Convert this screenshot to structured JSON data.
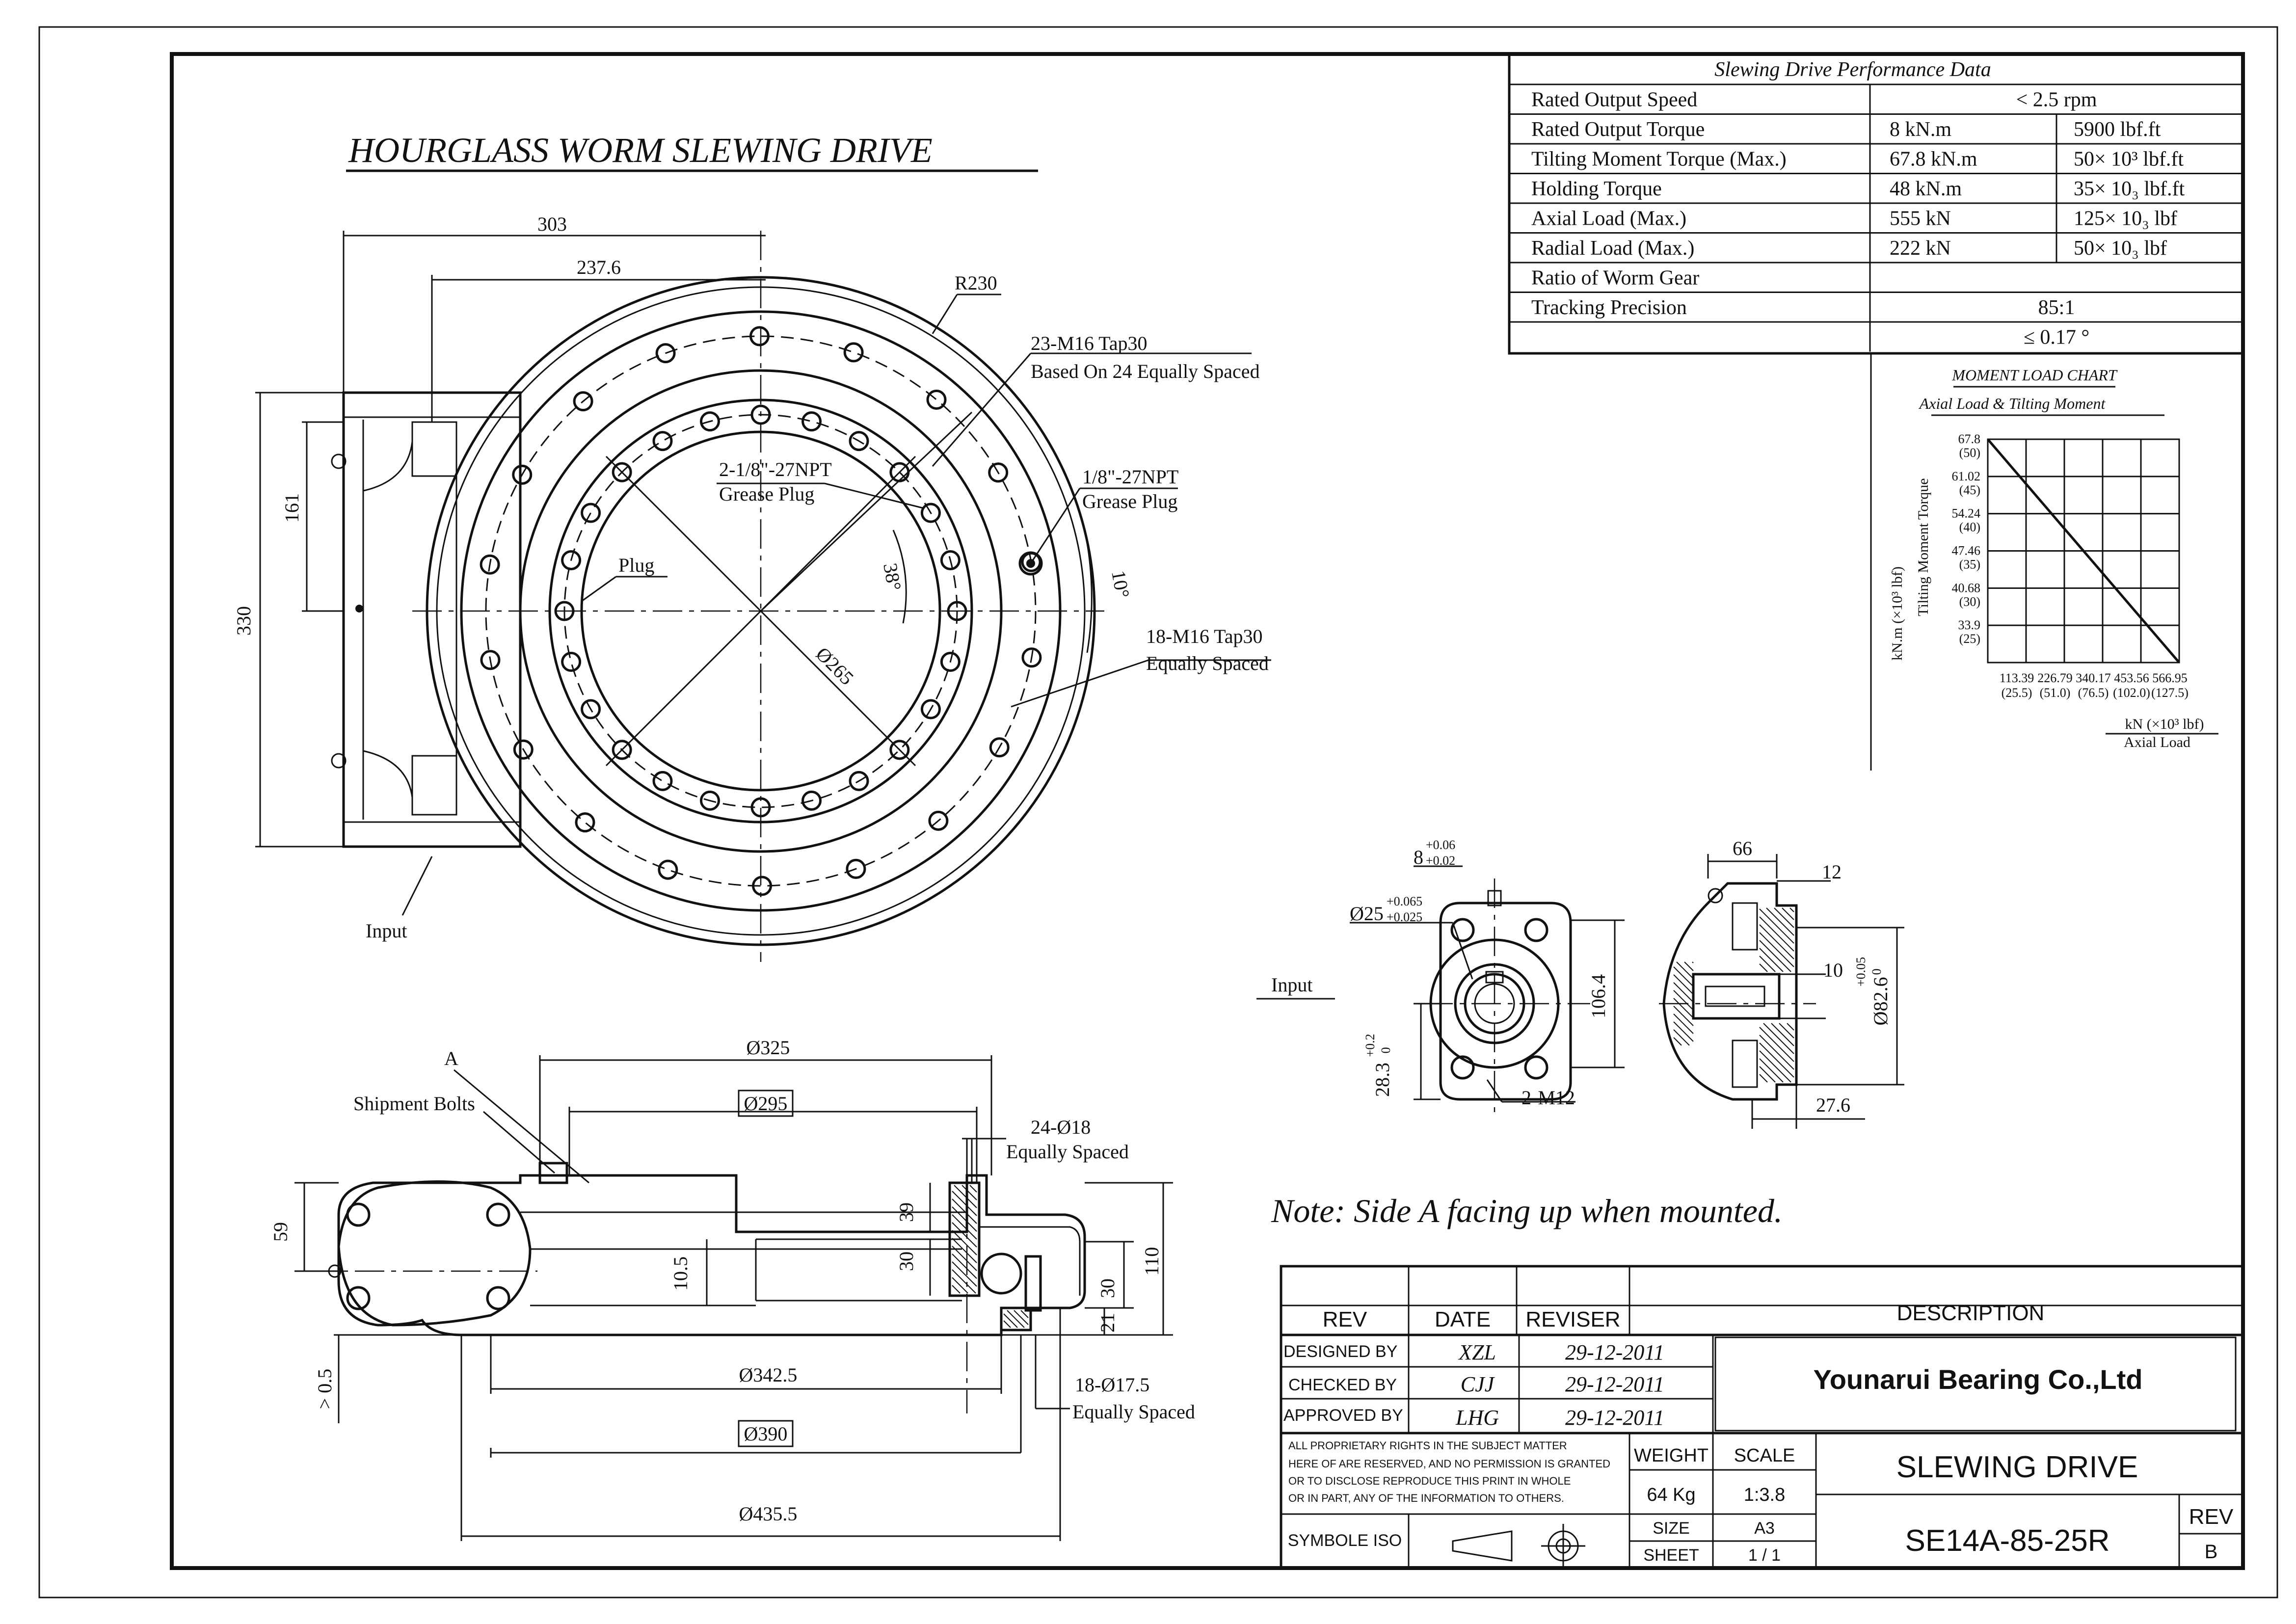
{
  "drawing": {
    "title": "HOURGLASS WORM SLEWING DRIVE",
    "note": "Note: Side A facing up when mounted."
  },
  "performance": {
    "heading": "Slewing Drive Performance Data",
    "rows": [
      {
        "label": "Rated Output Speed",
        "metric": "< 2.5 rpm",
        "imperial": ""
      },
      {
        "label": "Rated Output Torque",
        "metric": "8 kN.m",
        "imperial": "5900 lbf.ft"
      },
      {
        "label": "Tilting Moment Torque  (Max.)",
        "metric": "67.8 kN.m",
        "imperial": "50× 10³ lbf.ft"
      },
      {
        "label": "Holding Torque",
        "metric": "48 kN.m",
        "imperial": "35× 10₃ lbf.ft"
      },
      {
        "label": "Axial Load  (Max.)",
        "metric": "555 kN",
        "imperial": "125× 10₃ lbf"
      },
      {
        "label": "Radial Load  (Max.)",
        "metric": "222 kN",
        "imperial": "50× 10₃ lbf"
      },
      {
        "label": "Ratio of Worm Gear",
        "metric": "",
        "imperial": ""
      },
      {
        "label": "Tracking Precision",
        "metric": "85:1",
        "imperial": ""
      },
      {
        "label": "",
        "metric": "≤ 0.17 °",
        "imperial": ""
      }
    ]
  },
  "moment_chart": {
    "title": "MOMENT LOAD CHART",
    "subtitle": "Axial Load & Tilting Moment",
    "ylabel_unit": "kN.m  (×10³ lbf)",
    "ylabel": "Tilting Moment Torque",
    "xlabel_unit": "kN  (×10³ lbf)",
    "xlabel": "Axial Load",
    "y_ticks": [
      {
        "value": "67.8",
        "sub": "(50)"
      },
      {
        "value": "61.02",
        "sub": "(45)"
      },
      {
        "value": "54.24",
        "sub": "(40)"
      },
      {
        "value": "47.46",
        "sub": "(35)"
      },
      {
        "value": "40.68",
        "sub": "(30)"
      },
      {
        "value": "33.9",
        "sub": "(25)"
      }
    ],
    "x_ticks": [
      {
        "value": "113.39",
        "sub": "(25.5)"
      },
      {
        "value": "226.79",
        "sub": "(51.0)"
      },
      {
        "value": "340.17",
        "sub": "(76.5)"
      },
      {
        "value": "453.56",
        "sub": "(102.0)"
      },
      {
        "value": "566.95",
        "sub": "(127.5)"
      }
    ]
  },
  "top_view": {
    "d303": "303",
    "d2376": "237.6",
    "r230": "R230",
    "d330": "330",
    "d161": "161",
    "tap23": "23-M16 Tap30",
    "tap23_sub": "Based On 24 Equally Spaced",
    "npt2": "2-1/8\"-27NPT",
    "npt2_sub": "Grease Plug",
    "npt1": "1/8\"-27NPT",
    "npt1_sub": "Grease Plug",
    "plug": "Plug",
    "a38": "38°",
    "a10": "10°",
    "d265": "Ø265",
    "tap18": "18-M16 Tap30",
    "tap18_sub": "Equally Spaced",
    "input": "Input"
  },
  "side_view": {
    "a": "A",
    "shipment": "Shipment Bolts",
    "d325": "Ø325",
    "d295": "Ø295",
    "h24": "24-Ø18",
    "h24_sub": "Equally Spaced",
    "d59": "59",
    "d39": "39",
    "d30a": "30",
    "d105": "10.5",
    "d110": "110",
    "d30b": "30",
    "d21": "21",
    "d05": "> 0.5",
    "d3425": "Ø342.5",
    "h18": "18-Ø17.5",
    "h18_sub": "Equally Spaced",
    "d390": "Ø390",
    "d4355": "Ø435.5"
  },
  "input_view": {
    "key": "8",
    "key_tol_u": "+0.06",
    "key_tol_l": "+0.02",
    "shaft": "Ø25",
    "shaft_tol_u": "+0.065",
    "shaft_tol_l": "+0.025",
    "input": "Input",
    "d1064": "106.4",
    "d283": "28.3",
    "d283_tu": "+0.2",
    "d283_tl": "0",
    "m12": "2-M12",
    "d66": "66",
    "d12": "12",
    "d10": "10",
    "d826": "Ø82.6",
    "d826_tu": "+0.05",
    "d826_tl": "0",
    "d276": "27.6"
  },
  "title_block": {
    "rev_h": "REV",
    "date_h": "DATE",
    "reviser_h": "REVISER",
    "desc_h": "DESCRIPTION",
    "designed_l": "DESIGNED BY",
    "designed_n": "XZL",
    "designed_d": "29-12-2011",
    "checked_l": "CHECKED BY",
    "checked_n": "CJJ",
    "checked_d": "29-12-2011",
    "approved_l": "APPROVED BY",
    "approved_n": "LHG",
    "approved_d": "29-12-2011",
    "company": "Younarui Bearing Co.,Ltd",
    "rights1": "ALL PROPRIETARY RIGHTS IN THE SUBJECT MATTER",
    "rights2": "HERE OF ARE RESERVED, AND NO PERMISSION IS GRANTED",
    "rights3": "OR TO DISCLOSE REPRODUCE THIS PRINT IN WHOLE",
    "rights4": "OR IN PART, ANY OF THE INFORMATION TO OTHERS.",
    "weight_l": "WEIGHT",
    "weight_v": "64 Kg",
    "scale_l": "SCALE",
    "scale_v": "1:3.8",
    "size_l": "SIZE",
    "size_v": "A3",
    "sheet_l": "SHEET",
    "sheet_v": "1  /  1",
    "symbole": "SYMBOLE ISO",
    "name": "SLEWING DRIVE",
    "part": "SE14A-85-25R",
    "rev_l": "REV",
    "rev_v": "B"
  }
}
